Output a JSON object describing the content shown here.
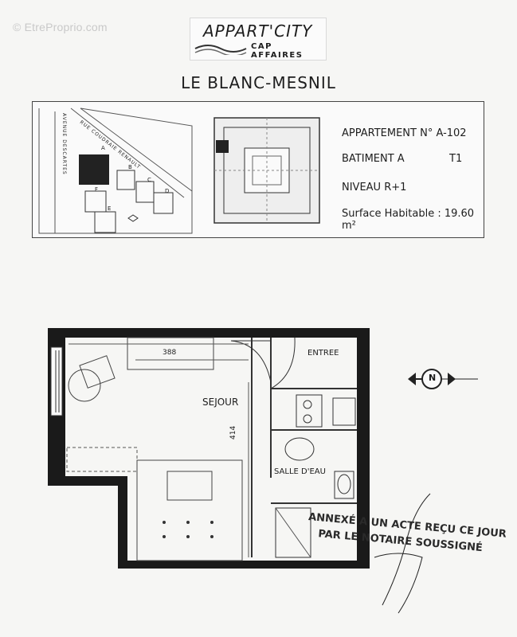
{
  "watermark": "© EtreProprio.com",
  "logo": {
    "name": "APPART'CITY",
    "tagline": "CAP AFFAIRES"
  },
  "city_title": "LE BLANC-MESNIL",
  "site_plan": {
    "street_left": "AVENUE DESCARTES",
    "street_top": "RUE COUDRAIE RENAULT",
    "buildings": [
      "A",
      "B",
      "C",
      "D",
      "E",
      "F"
    ]
  },
  "apartment": {
    "number_line": "APPARTEMENT N° A-102",
    "building": "BATIMENT A",
    "type": "T1",
    "level": "NIVEAU R+1",
    "surface": "Surface Habitable : 19.60 m²"
  },
  "floorplan": {
    "rooms": {
      "sejour": "SEJOUR",
      "entree": "ENTREE",
      "salle_deau": "SALLE D'EAU"
    },
    "dimensions": {
      "width": "388",
      "height": "414"
    },
    "compass_label": "N"
  },
  "stamp": {
    "line1": "ANNEXÉ A UN ACTE REÇU CE JOUR",
    "line2": "PAR LE NOTAIRE SOUSSIGNÉ"
  }
}
